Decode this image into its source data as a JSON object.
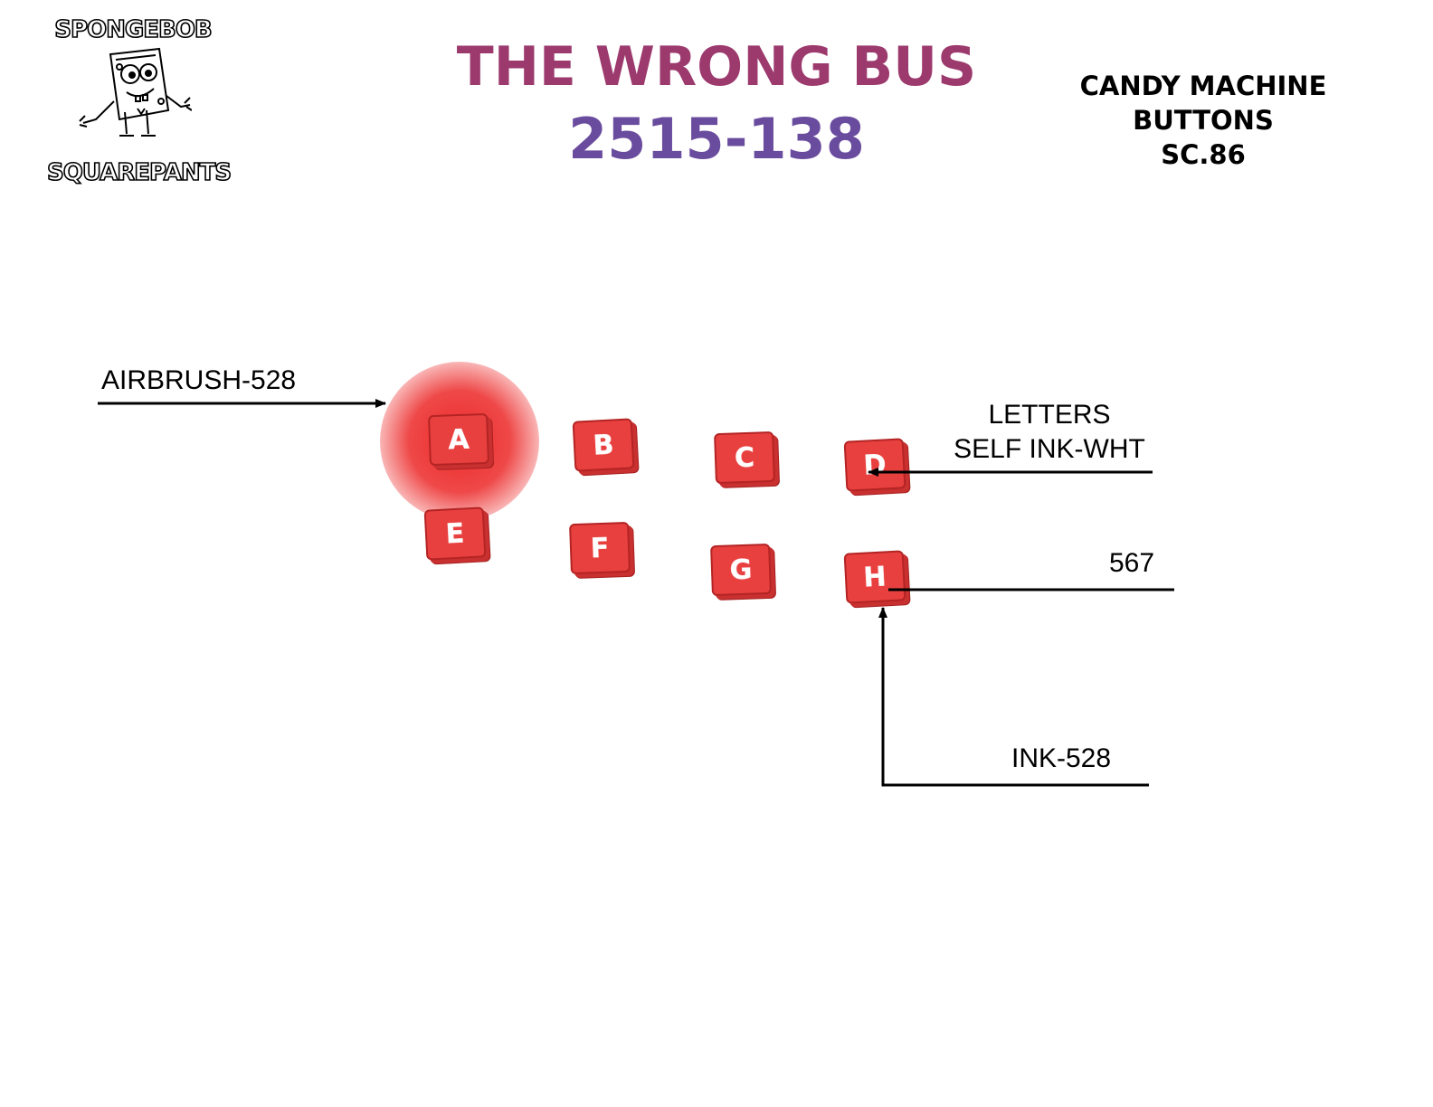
{
  "header": {
    "logo_top": "SPONGEBOB",
    "logo_bottom": "SQUAREPANTS",
    "title": "THE WRONG BUS",
    "production_code": "2515-138",
    "scene_info": [
      "CANDY MACHINE",
      "BUTTONS",
      "SC.86"
    ]
  },
  "callouts": {
    "airbrush": "AIRBRUSH-528",
    "letters": [
      "LETTERS",
      "SELF INK-WHT"
    ],
    "value_567": "567",
    "ink": "INK-528"
  },
  "buttons": {
    "row1": [
      "A",
      "B",
      "C",
      "D"
    ],
    "row2": [
      "E",
      "F",
      "G",
      "H"
    ]
  },
  "colors": {
    "title": "#9c3a6e",
    "code": "#6a4c9e",
    "button_fill": "#e8403f",
    "button_edge": "#b42424",
    "glow": "#ec1e1e"
  },
  "icons": {
    "logo": "spongebob-character-icon"
  }
}
